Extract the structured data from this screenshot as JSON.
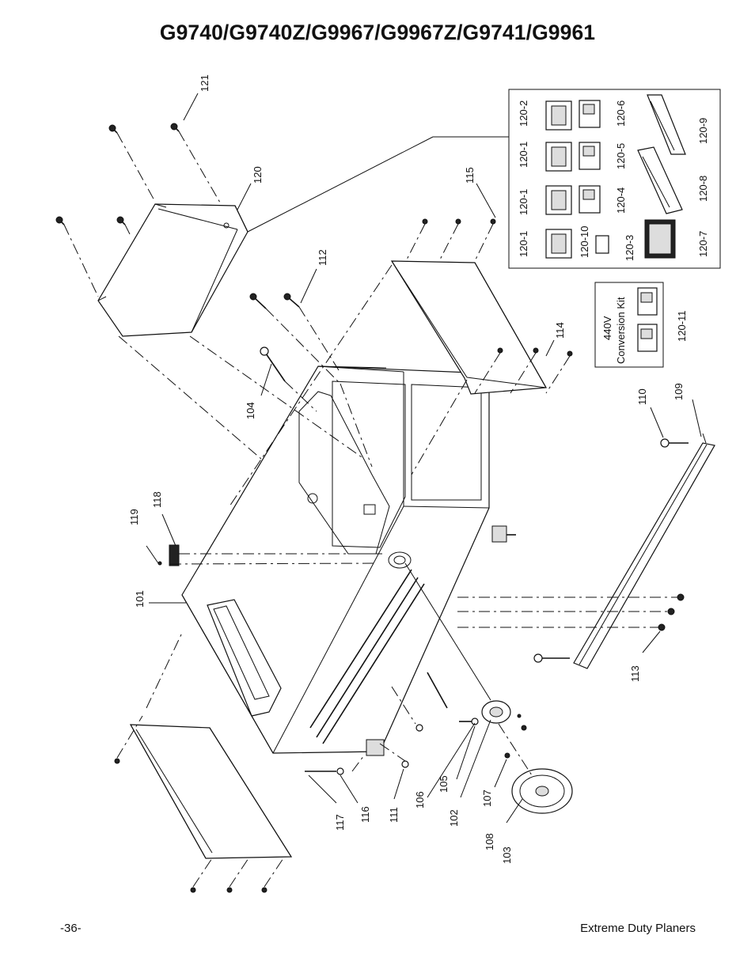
{
  "page": {
    "title": "G9740/G9740Z/G9967/G9967Z/G9741/G9961",
    "page_number": "-36-",
    "footer_text": "Extreme Duty Planers"
  },
  "callouts": {
    "p101": "101",
    "p102": "102",
    "p103": "103",
    "p104": "104",
    "p105": "105",
    "p106": "106",
    "p107": "107",
    "p108": "108",
    "p109": "109",
    "p110": "110",
    "p111": "111",
    "p112": "112",
    "p113": "113",
    "p114": "114",
    "p115": "115",
    "p116": "116",
    "p117": "117",
    "p118": "118",
    "p119": "119",
    "p120": "120",
    "p121": "121",
    "p120_1a": "120-1",
    "p120_1b": "120-1",
    "p120_1c": "120-1",
    "p120_2": "120-2",
    "p120_3": "120-3",
    "p120_4": "120-4",
    "p120_5": "120-5",
    "p120_6": "120-6",
    "p120_7": "120-7",
    "p120_8": "120-8",
    "p120_9": "120-9",
    "p120_10": "120-10",
    "p120_11": "120-11"
  },
  "kit": {
    "line1": "440V",
    "line2": "Conversion Kit"
  }
}
